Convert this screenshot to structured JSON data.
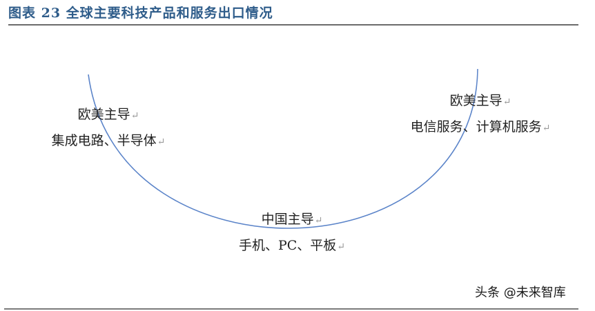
{
  "header": {
    "title": "图表 23 全球主要科技产品和服务出口情况"
  },
  "diagram": {
    "arc_color": "#5b84c9",
    "title_color": "#2e5c8a",
    "nodes": [
      {
        "id": "left",
        "heading": "欧美主导",
        "detail": "集成电路、半导体"
      },
      {
        "id": "right",
        "heading": "欧美主导",
        "detail": "电信服务、计算机服务"
      },
      {
        "id": "bottom",
        "heading": "中国主导",
        "detail": "手机、PC、平板"
      }
    ],
    "paragraph_mark": "↵"
  },
  "footer": {
    "watermark": "头条 @未来智库"
  }
}
